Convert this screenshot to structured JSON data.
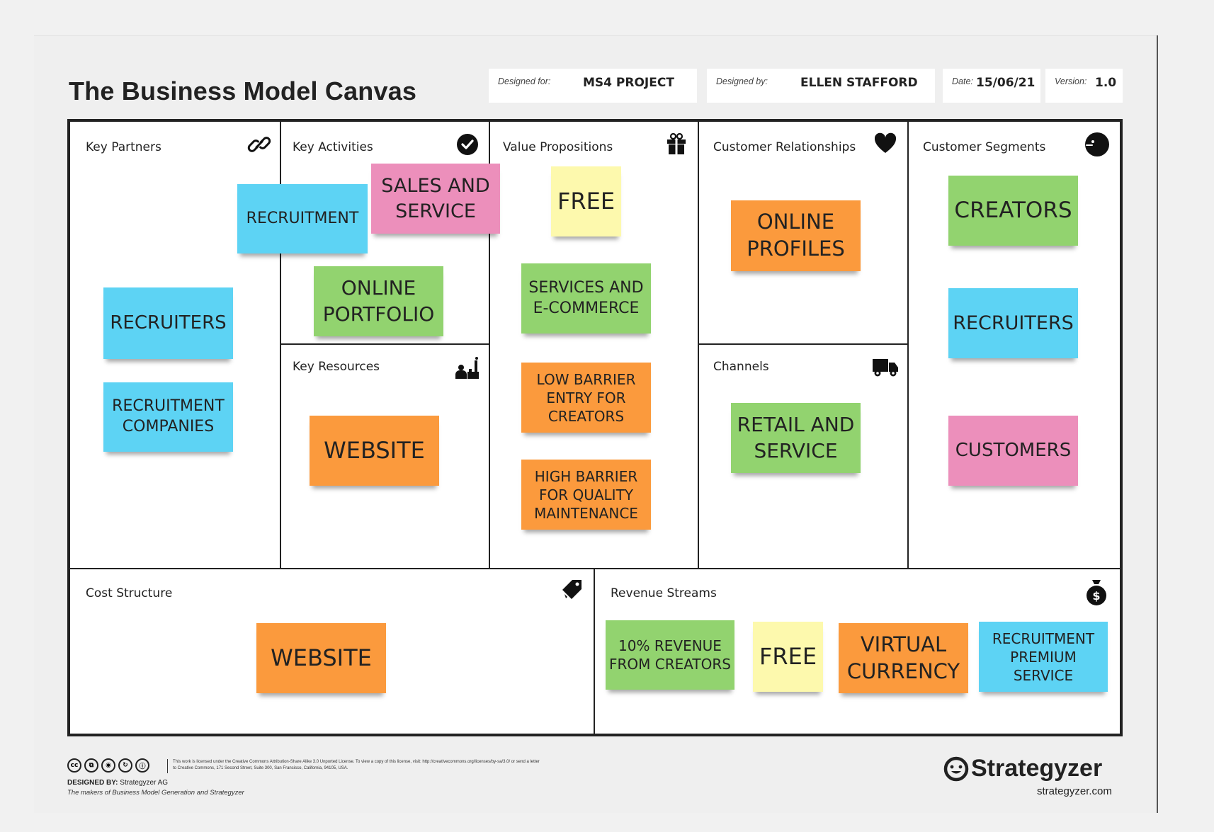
{
  "title": "The Business Model Canvas",
  "meta": {
    "designed_for_label": "Designed for:",
    "designed_for": "MS4 PROJECT",
    "designed_by_label": "Designed by:",
    "designed_by": "ELLEN STAFFORD",
    "date_label": "Date:",
    "date": "15/06/21",
    "version_label": "Version:",
    "version": "1.0"
  },
  "blocks": {
    "key_partners": {
      "title": "Key Partners",
      "icon": "link-icon"
    },
    "key_activities": {
      "title": "Key Activities",
      "icon": "checkmark-icon"
    },
    "key_resources": {
      "title": "Key Resources",
      "icon": "factory-worker-icon"
    },
    "value_propositions": {
      "title": "Value Propositions",
      "icon": "gift-icon"
    },
    "customer_relationships": {
      "title": "Customer Relationships",
      "icon": "heart-icon"
    },
    "channels": {
      "title": "Channels",
      "icon": "truck-icon"
    },
    "customer_segments": {
      "title": "Customer Segments",
      "icon": "face-icon"
    },
    "cost_structure": {
      "title": "Cost Structure",
      "icon": "price-tag-icon"
    },
    "revenue_streams": {
      "title": "Revenue Streams",
      "icon": "money-bag-icon"
    }
  },
  "notes": {
    "kp_recruiters": {
      "text": "RECRUITERS",
      "color": "#5dd3f4"
    },
    "kp_recruitment_companies": {
      "text": "RECRUITMENT COMPANIES",
      "color": "#5dd3f4"
    },
    "ka_recruitment": {
      "text": "RECRUITMENT",
      "color": "#5dd3f4"
    },
    "ka_sales_service": {
      "text": "SALES AND SERVICE",
      "color": "#ec8fbb"
    },
    "ka_online_portfolio": {
      "text": "ONLINE PORTFOLIO",
      "color": "#92d36f"
    },
    "kr_website": {
      "text": "WEBSITE",
      "color": "#fb9a3d"
    },
    "vp_free": {
      "text": "FREE",
      "color": "#fdf9ad"
    },
    "vp_services_ecommerce": {
      "text": "SERVICES AND E-COMMERCE",
      "color": "#92d36f"
    },
    "vp_low_barrier": {
      "text": "LOW BARRIER ENTRY FOR CREATORS",
      "color": "#fb9a3d"
    },
    "vp_high_barrier": {
      "text": "HIGH BARRIER FOR QUALITY MAINTENANCE",
      "color": "#fb9a3d"
    },
    "cr_online_profiles": {
      "text": "ONLINE PROFILES",
      "color": "#fb9a3d"
    },
    "ch_retail_service": {
      "text": "RETAIL AND SERVICE",
      "color": "#92d36f"
    },
    "cs_creators": {
      "text": "CREATORS",
      "color": "#92d36f"
    },
    "cs_recruiters": {
      "text": "RECRUITERS",
      "color": "#5dd3f4"
    },
    "cs_customers": {
      "text": "CUSTOMERS",
      "color": "#ec8fbb"
    },
    "cost_website": {
      "text": "WEBSITE",
      "color": "#fb9a3d"
    },
    "rev_10_percent": {
      "text": "10% REVENUE FROM CREATORS",
      "color": "#92d36f"
    },
    "rev_free": {
      "text": "FREE",
      "color": "#fdf9ad"
    },
    "rev_virtual_currency": {
      "text": "VIRTUAL CURRENCY",
      "color": "#fb9a3d"
    },
    "rev_recruitment_premium": {
      "text": "RECRUITMENT PREMIUM SERVICE",
      "color": "#5dd3f4"
    }
  },
  "footer": {
    "license": "This work is licensed under the Creative Commons Attribution-Share Alike 3.0 Unported License. To view a copy of this license, visit: http://creativecommons.org/licenses/by-sa/3.0/ or send a letter to Creative Commons, 171 Second Street, Suite 300, San Francisco, California, 94105, USA.",
    "designed_by_label": "DESIGNED BY:",
    "designed_by": "Strategyzer AG",
    "makers": "The makers of Business Model Generation and Strategyzer",
    "brand": "Strategyzer",
    "brand_url": "strategyzer.com"
  }
}
